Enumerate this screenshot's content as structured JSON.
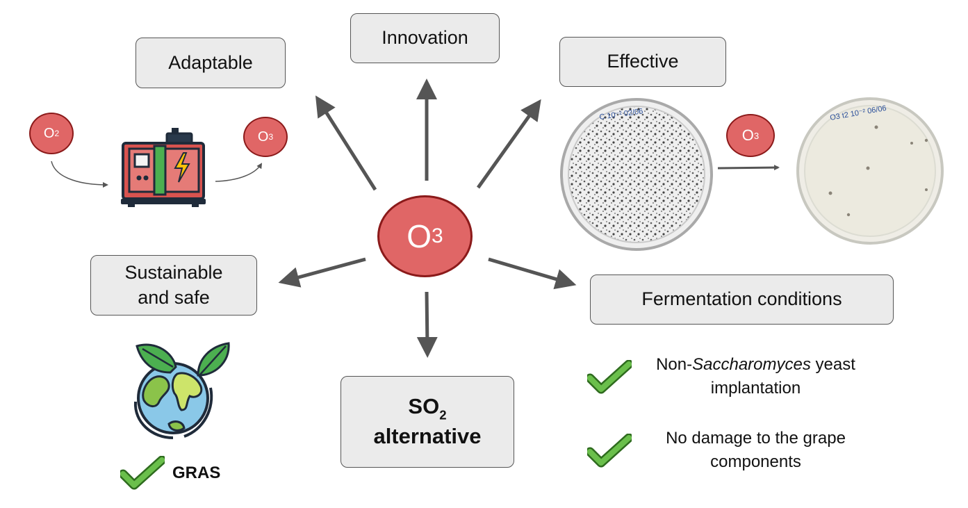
{
  "center": {
    "symbol": "O",
    "subscript": "3"
  },
  "boxes": {
    "adaptable": "Adaptable",
    "innovation": "Innovation",
    "effective": "Effective",
    "sustainable_line1": "Sustainable",
    "sustainable_line2": "and safe",
    "fermentation": "Fermentation conditions",
    "so2_symbol": "SO",
    "so2_subscript": "2",
    "so2_line2": "alternative"
  },
  "generator": {
    "input": {
      "symbol": "O",
      "subscript": "2"
    },
    "output": {
      "symbol": "O",
      "subscript": "3"
    }
  },
  "petri": {
    "treatment": {
      "symbol": "O",
      "subscript": "3"
    },
    "left_label": "C 10⁻² 02/06",
    "right_label": "O3 t2 10⁻² 06/06"
  },
  "checks": {
    "gras": "GRAS",
    "yeast_prefix": "Non-",
    "yeast_italic": "Saccharomyces",
    "yeast_suffix": " yeast",
    "yeast_line2": "implantation",
    "grape_line1": "No damage to the grape",
    "grape_line2": "components"
  },
  "colors": {
    "ozone_fill": "#e06666",
    "ozone_border": "#8b1a1a",
    "box_fill": "#ebebeb",
    "arrow": "#555555",
    "check": "#6abf4b"
  }
}
